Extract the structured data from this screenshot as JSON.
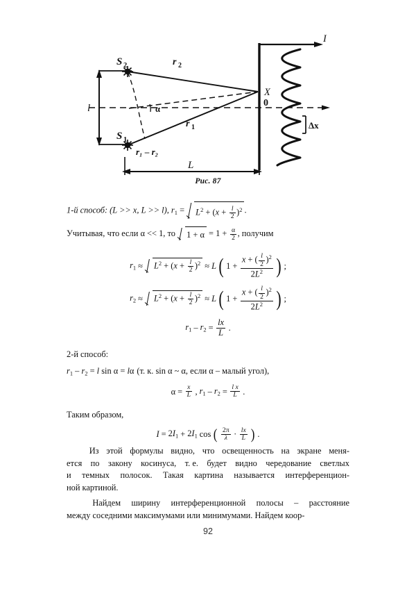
{
  "page": {
    "number": "92",
    "background": "#ffffff",
    "ink": "#111111"
  },
  "figure": {
    "caption": "Рис. 87",
    "labels": {
      "source_top": "S",
      "source_top_sub": "2",
      "source_bottom": "S",
      "source_bottom_sub": "1",
      "ray_top": "r",
      "ray_top_sub": "2",
      "ray_bottom": "r",
      "ray_bottom_sub": "1",
      "path_difference": "r₁ – r₂",
      "angle": "α",
      "slit_separation": "l",
      "screen_distance": "L",
      "screen_point": "X",
      "screen_origin": "0",
      "intensity_axis": "I",
      "fringe_width": "Δx"
    }
  },
  "content": {
    "method1_intro": "1-й способ: (L >> x, L >> l), r",
    "method1_sub": "1",
    "method1_eq": " = ",
    "approx_note_a": "Учитывая, что если α << 1, то ",
    "approx_note_b": " = 1 + ",
    "approx_note_c": ", получим",
    "method2_heading": "2-й способ:",
    "method2_line": "r₁ – r₂ = l sin α = lα (т. к. sin α ~ α, если α – малый угол),",
    "method2_note_paren": "(т. к. sin α ~ α, если α – малый угол),",
    "thus_heading": "Таким образом,",
    "formula_r1_r2": "r₁ – r₂ = lx/L",
    "formula_intensity": "I = 2I₁ + 2I₁ cos(2π/λ · lx/L)",
    "var_L": "L",
    "var_l": "l",
    "var_x": "x",
    "var_r": "r",
    "var_I": "I",
    "var_alpha": "α",
    "var_lambda": "λ",
    "num_1": "1",
    "num_2": "2",
    "num_2pi": "2π"
  },
  "paragraphs": [
    {
      "id": "para-cosine-law",
      "lines": [
        [
          "Из",
          "этой",
          "формулы",
          "видно,",
          "что",
          "освещенность",
          "на",
          "экране",
          "меня-"
        ],
        [
          "ется",
          "по",
          "закону",
          "косинуса,",
          "т. е.",
          "будет",
          "видно",
          "чередование",
          "светлых"
        ],
        [
          "и",
          "темных",
          "полосок.",
          "Такая",
          "картина",
          "называется",
          "интерференцион-"
        ],
        [
          "ной картиной."
        ]
      ]
    },
    {
      "id": "para-fringe-width",
      "lines": [
        [
          "Найдем",
          "ширину",
          "интерференционной",
          "полосы",
          "–",
          "расстояние"
        ],
        [
          "между соседними максимумами или минимумами. Найдем коор-"
        ]
      ]
    }
  ]
}
